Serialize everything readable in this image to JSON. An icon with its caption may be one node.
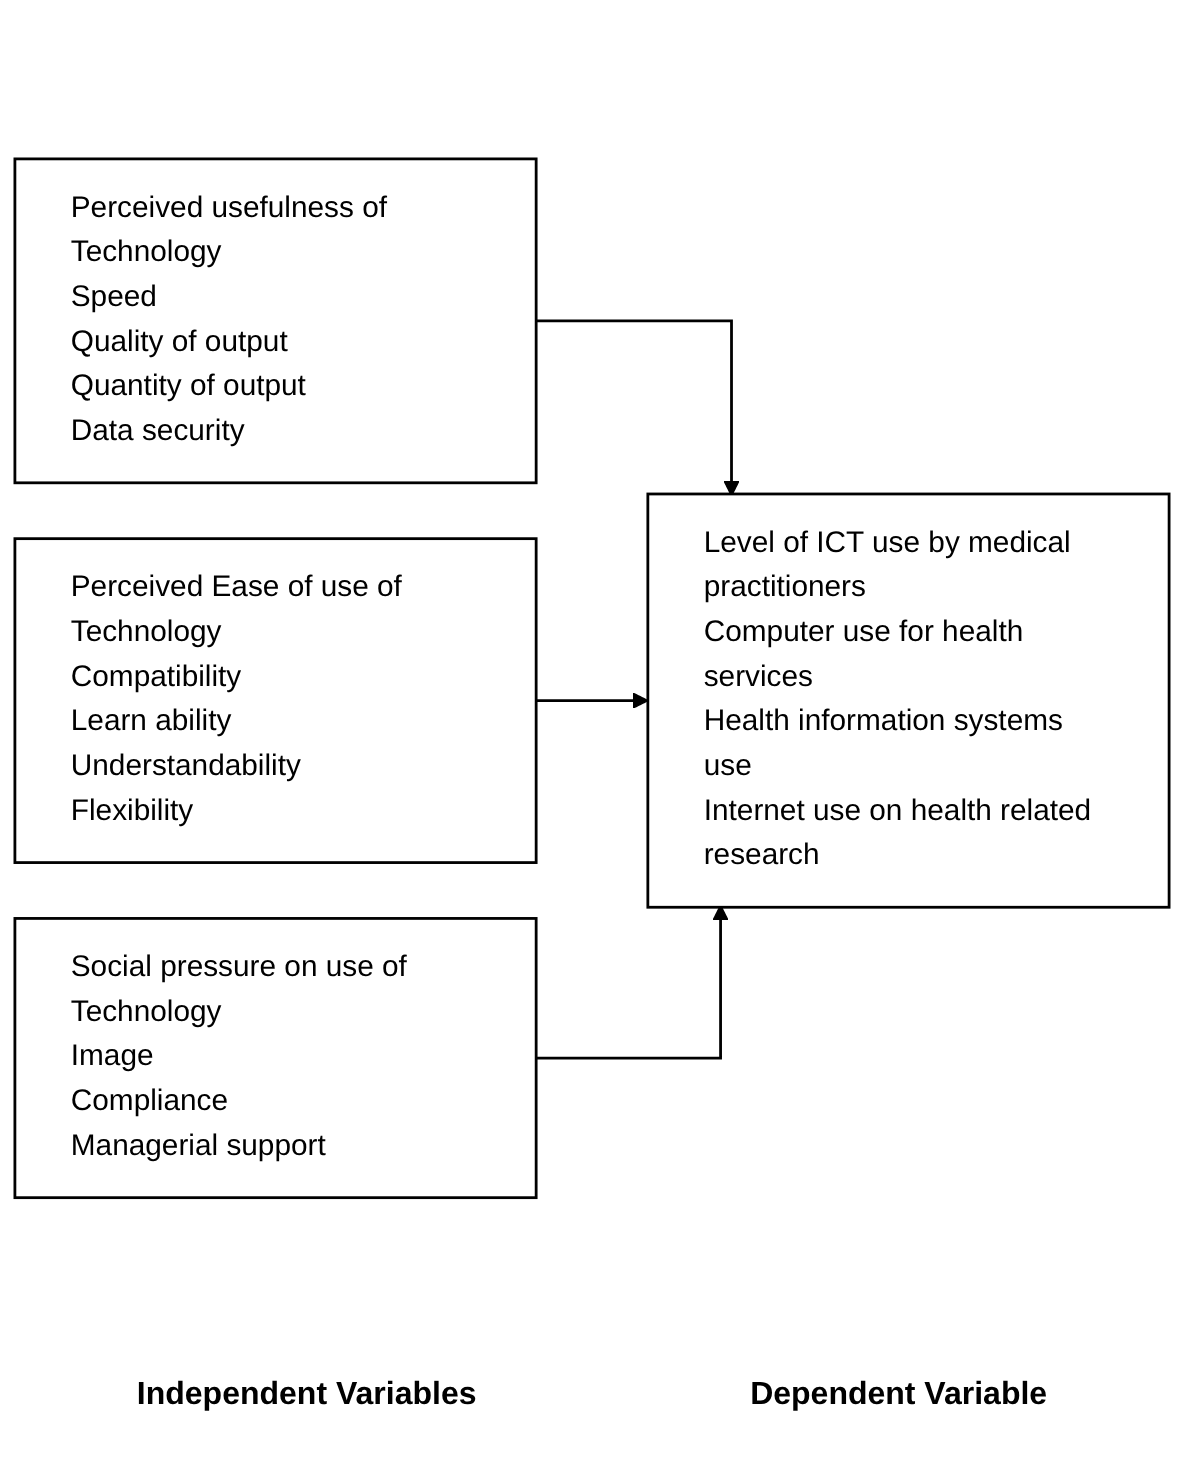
{
  "diagram": {
    "nodes": [
      {
        "text": [
          "Perceived usefulness of Technology",
          "Speed",
          "Quality of output",
          "Quantity of output",
          "Data security"
        ]
      },
      {
        "text": [
          "Perceived Ease of use of Technology",
          "Compatibility",
          "Learn ability",
          "Understandability",
          "Flexibility"
        ]
      },
      {
        "text": [
          "Social pressure on use of Technology",
          "Image",
          "Compliance",
          "Managerial support"
        ]
      },
      {
        "text": [
          "Level of ICT use by medical practitioners",
          "Computer use for health services",
          "Health information systems use",
          "Internet use on health related research"
        ]
      }
    ],
    "edges": [
      {
        "from": 0,
        "to": 3,
        "arrow": "to"
      },
      {
        "from": 1,
        "to": 3,
        "arrow": "to"
      },
      {
        "from": 2,
        "to": 3,
        "arrow": "to"
      }
    ],
    "labels": [
      "Independent Variables",
      "Dependent Variable"
    ]
  }
}
